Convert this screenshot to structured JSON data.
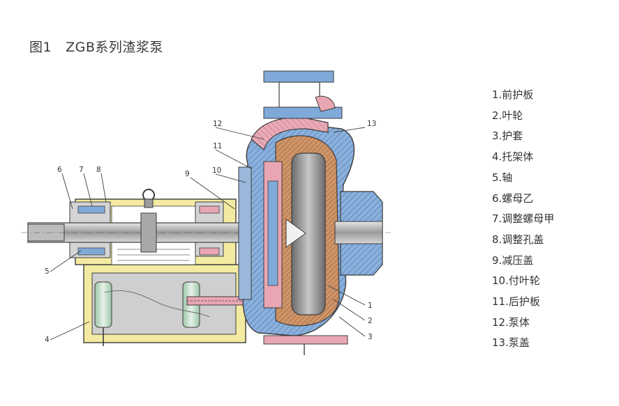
{
  "header": {
    "figure_label": "图1",
    "title_text": "ZGB系列渣浆泵"
  },
  "legend": {
    "items": [
      "1.前护板",
      "2.叶轮",
      "3.护套",
      "4.托架体",
      "5.轴",
      "6.螺母乙",
      "7.调整螺母甲",
      "8.调整孔盖",
      "9.减压盖",
      "10.付叶轮",
      "11.后护板",
      "12.泵体",
      "13.泵盖"
    ]
  },
  "callouts": {
    "c1": "1",
    "c2": "2",
    "c3": "3",
    "c4": "4",
    "c5": "5",
    "c6": "6",
    "c7": "7",
    "c8": "8",
    "c9": "9",
    "c10": "10",
    "c11": "11",
    "c12": "12",
    "c13": "13"
  },
  "colors": {
    "frame_yellow": "#f4eba2",
    "frame_gray": "#cfcfcf",
    "pink": "#e8a6b3",
    "blue": "#7fa9d8",
    "brown": "#c98a5c",
    "steel": "#9c9c9c",
    "outline": "#3c3c3c"
  }
}
